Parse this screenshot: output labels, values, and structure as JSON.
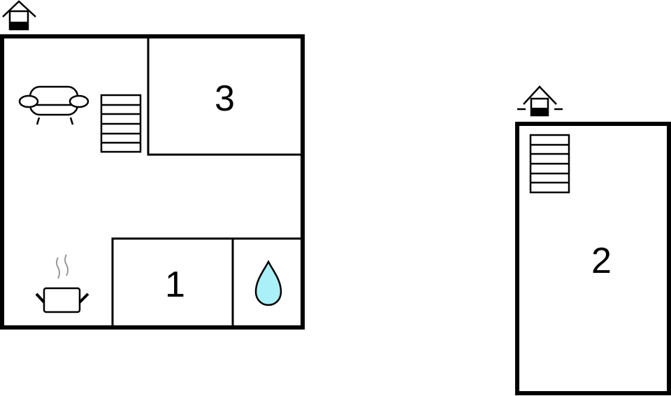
{
  "floor_plan": {
    "ground_floor": {
      "rooms": [
        {
          "id": "room-1",
          "label": "1"
        },
        {
          "id": "room-3",
          "label": "3"
        }
      ],
      "icons": [
        "entrance-icon",
        "sofa-icon",
        "stairs-icon",
        "kitchen-pot-icon",
        "water-drop-icon"
      ]
    },
    "upper_floor": {
      "rooms": [
        {
          "id": "room-2",
          "label": "2"
        }
      ],
      "icons": [
        "entrance-icon",
        "stairs-icon"
      ]
    },
    "colors": {
      "wall": "#000000",
      "background": "#ffffff",
      "water": "#aaf0f8",
      "steam": "#999999"
    }
  }
}
